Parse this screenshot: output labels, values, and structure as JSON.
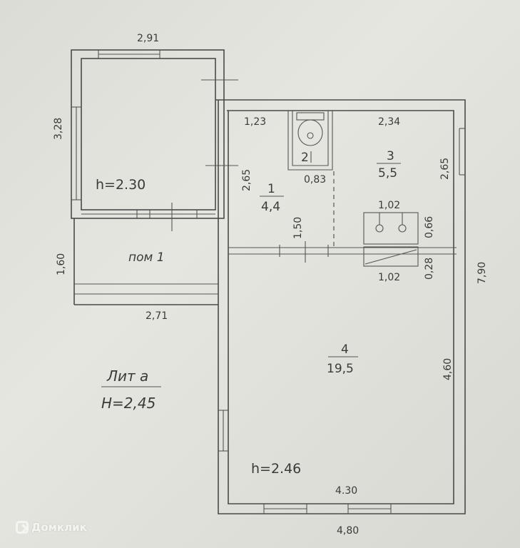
{
  "dimensions": {
    "top_left_width": "2,91",
    "left_room_height": "3,28",
    "room1_top_width": "1,23",
    "room3_top_width": "2,34",
    "room3_side": "2,65",
    "room1_side": "2,65",
    "stove_top": "1,02",
    "stove_side": "0,66",
    "stove_bottom": "1,02",
    "stove_gap": "0,28",
    "room1_lower": "1,50",
    "bathroom_width": "0,83",
    "veranda_height": "1,60",
    "veranda_width": "2,71",
    "total_height": "7,90",
    "room4_side": "4,60",
    "room4_inner_width": "4.30",
    "total_width": "4,80"
  },
  "rooms": {
    "r1": {
      "num": "1",
      "area": "4,4"
    },
    "r2": {
      "num": "2"
    },
    "r3": {
      "num": "3",
      "area": "5,5"
    },
    "r4": {
      "num": "4",
      "area": "19,5"
    }
  },
  "heights": {
    "left_room": "h=2.30",
    "room4": "h=2.46"
  },
  "veranda_label": "пом 1",
  "lit": {
    "name": "Лит а",
    "height": "Н=2,45"
  },
  "watermark": "Домклик"
}
